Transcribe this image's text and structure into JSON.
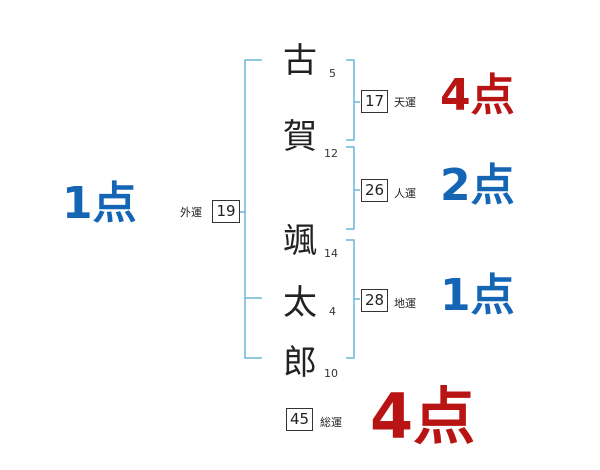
{
  "name": {
    "characters": [
      {
        "char": "古",
        "strokes": "5"
      },
      {
        "char": "賀",
        "strokes": "12"
      },
      {
        "char": "颯",
        "strokes": "14"
      },
      {
        "char": "太",
        "strokes": "4"
      },
      {
        "char": "郎",
        "strokes": "10"
      }
    ]
  },
  "fortunes": {
    "outer": {
      "value": "19",
      "label": "外運",
      "score": "1点"
    },
    "heaven": {
      "value": "17",
      "label": "天運",
      "score": "4点"
    },
    "person": {
      "value": "26",
      "label": "人運",
      "score": "2点"
    },
    "earth": {
      "value": "28",
      "label": "地運",
      "score": "1点"
    },
    "total": {
      "value": "45",
      "label": "総運",
      "score": "4点"
    }
  },
  "colors": {
    "bracket": "#6db3dc",
    "score_blue": "#1565b5",
    "score_red": "#b81414",
    "box_border": "#333333"
  }
}
